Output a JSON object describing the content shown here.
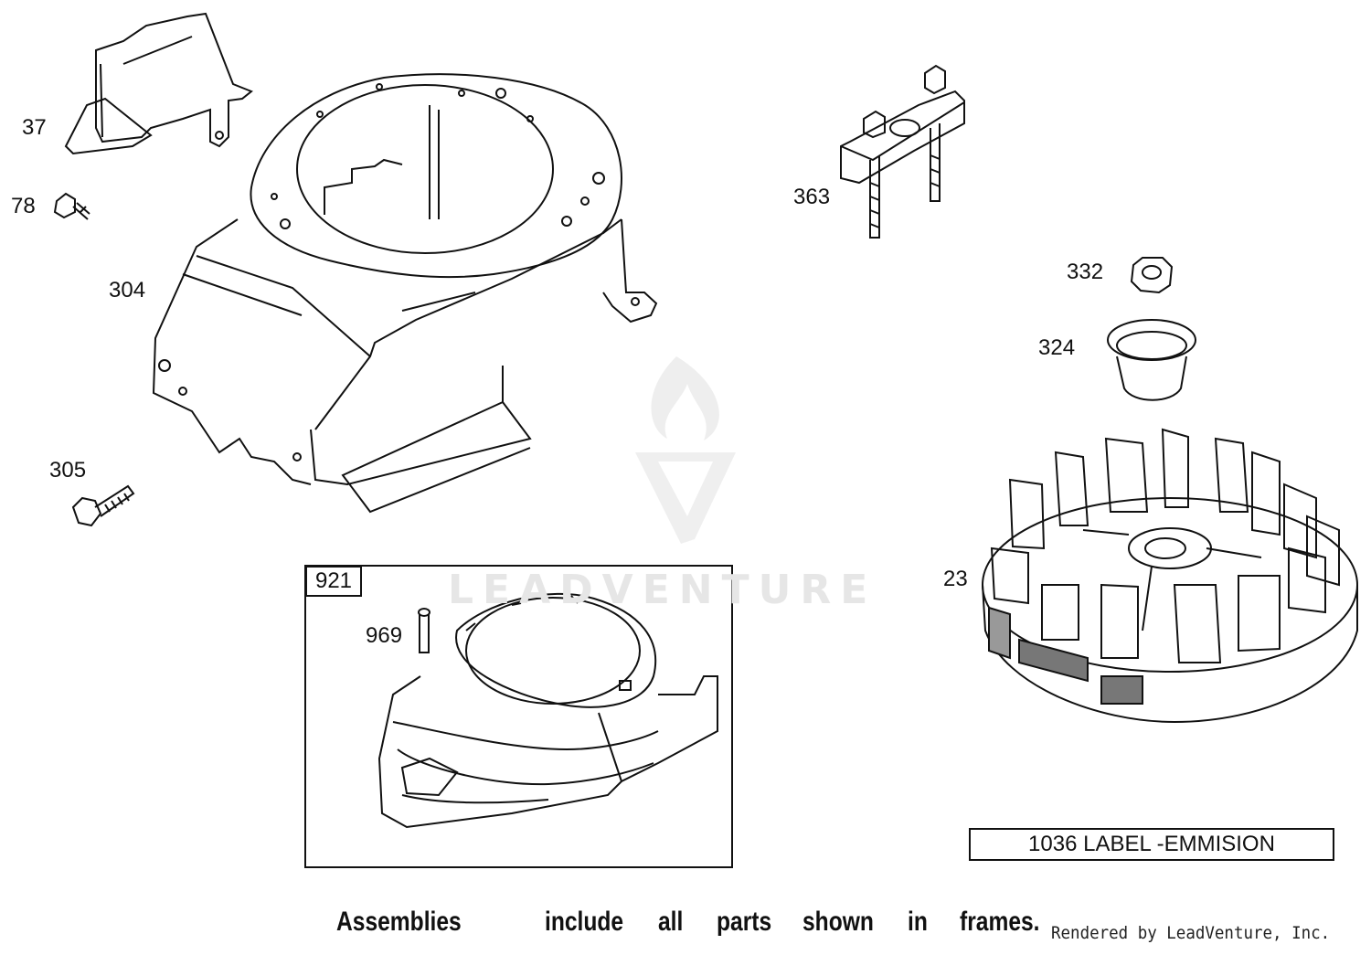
{
  "callouts": {
    "c37": "37",
    "c78": "78",
    "c304": "304",
    "c305": "305",
    "c363": "363",
    "c332": "332",
    "c324": "324",
    "c23": "23",
    "c969": "969"
  },
  "frame": {
    "label": "921"
  },
  "emission_label": "1036 LABEL -EMMISION",
  "footer": {
    "words": [
      "Assemblies",
      "include",
      "all",
      "parts",
      "shown",
      "in",
      "frames."
    ],
    "rendered_by": "Rendered by LeadVenture, Inc."
  },
  "watermark": {
    "text": "LEADVENTURE",
    "logo": "leadventure-flame-logo"
  },
  "colors": {
    "line": "#111111",
    "watermark": "#e6e6e6"
  }
}
